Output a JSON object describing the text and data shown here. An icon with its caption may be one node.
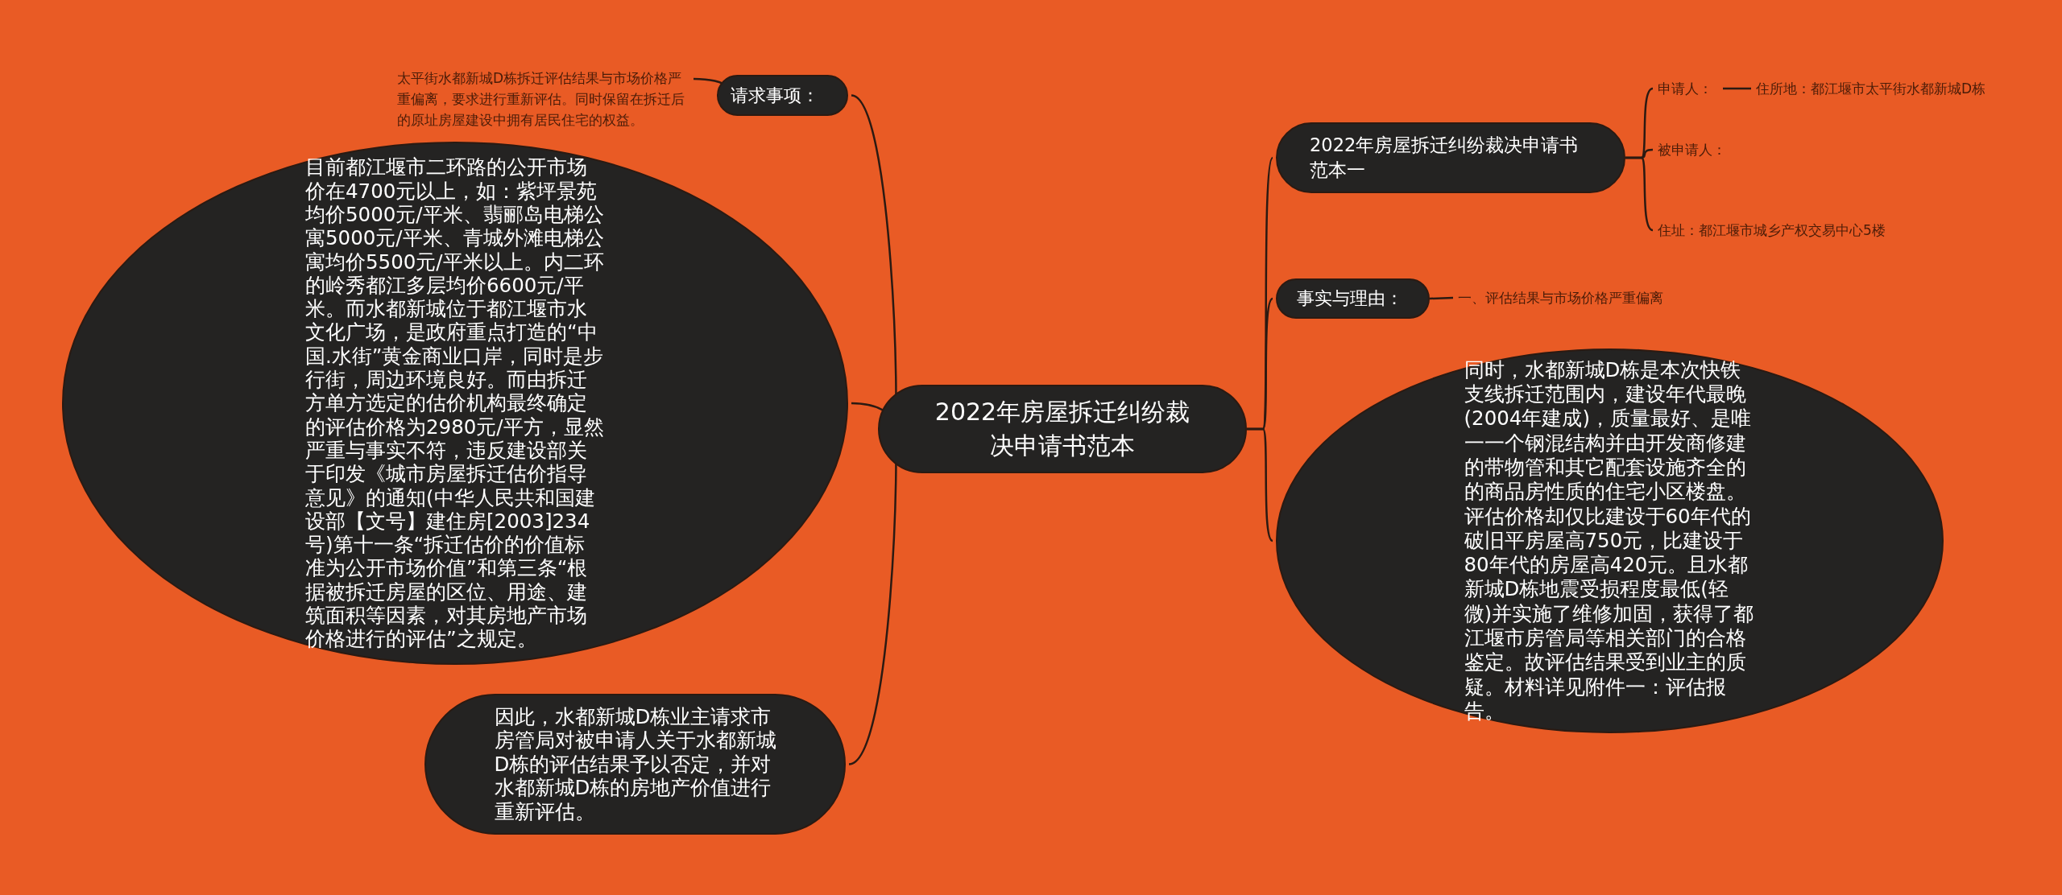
{
  "diagram": {
    "nodes": [
      {
        "text": [
          "2022年房屋拆迁纠纷裁决申请书范本"
        ]
      },
      {
        "text": [
          "请求事项："
        ]
      },
      {
        "text": [
          "太平街水都新城D栋拆迁评估结果与市场价格严重偏离，要求进行重新评估。同时保留在拆迁后的原址房屋建设中拥有居民住宅的权益。"
        ]
      },
      {
        "text": [
          "目前都江堰市二环路的公开市场价在4700元以上，如：紫坪景苑均价5000元/平米、翡郦岛电梯公寓5000元/平米、青城外滩电梯公寓均价5500元/平米以上。内二环的岭秀都江多层均价6600元/平米。而水都新城位于都江堰市水文化广场，是政府重点打造的“中国.水街”黄金商业口岸，同时是步行街，周边环境良好。而由拆迁方单方选定的估价机构最终确定的评估价格为2980元/平方，显然严重与事实不符，违反建设部关于印发《城市房屋拆迁估价指导意见》的通知(中华人民共和国建设部【文号】建住房[2003]234号)第十一条“拆迁估价的价值标准为公开市场价值”和第三条“根据被拆迁房屋的区位、用途、建筑面积等因素，对其房地产市场价格进行的评估”之规定。"
        ]
      },
      {
        "text": [
          "因此，水都新城D栋业主请求市房管局对被申请人关于水都新城D栋的评估结果予以否定，并对水都新城D栋的房地产价值进行重新评估。"
        ]
      },
      {
        "text": [
          "2022年房屋拆迁纠纷裁决申请书范本一"
        ]
      },
      {
        "text": [
          "申请人："
        ]
      },
      {
        "text": [
          "住所地：都江堰市太平街水都新城D栋"
        ]
      },
      {
        "text": [
          "被申请人："
        ]
      },
      {
        "text": [
          "住址：都江堰市城乡产权交易中心5楼"
        ]
      },
      {
        "text": [
          "事实与理由："
        ]
      },
      {
        "text": [
          "一、评估结果与市场价格严重偏离"
        ]
      },
      {
        "text": [
          "同时，水都新城D栋是本次快铁支线拆迁范围内，建设年代最晚(2004年建成)，质量最好、是唯一一个钢混结构并由开发商修建的带物管和其它配套设施齐全的的商品房性质的住宅小区楼盘。评估价格却仅比建设于60年代的破旧平房屋高750元，比建设于80年代的房屋高420元。且水都新城D栋地震受损程度最低(轻微)并实施了维修加固，获得了都江堰市房管局等相关部门的合格鉴定。故评估结果受到业主的质疑。材料详见附件一：评估报告。"
        ]
      }
    ],
    "edges": [
      {
        "from": 0,
        "to": 1,
        "arrow": "none"
      },
      {
        "from": 1,
        "to": 2,
        "arrow": "none"
      },
      {
        "from": 0,
        "to": 3,
        "arrow": "none"
      },
      {
        "from": 0,
        "to": 4,
        "arrow": "none"
      },
      {
        "from": 0,
        "to": 5,
        "arrow": "none"
      },
      {
        "from": 5,
        "to": 6,
        "arrow": "none"
      },
      {
        "from": 6,
        "to": 7,
        "arrow": "none"
      },
      {
        "from": 5,
        "to": 8,
        "arrow": "none"
      },
      {
        "from": 5,
        "to": 9,
        "arrow": "none"
      },
      {
        "from": 0,
        "to": 10,
        "arrow": "none"
      },
      {
        "from": 10,
        "to": 11,
        "arrow": "none"
      },
      {
        "from": 0,
        "to": 12,
        "arrow": "none"
      }
    ]
  }
}
